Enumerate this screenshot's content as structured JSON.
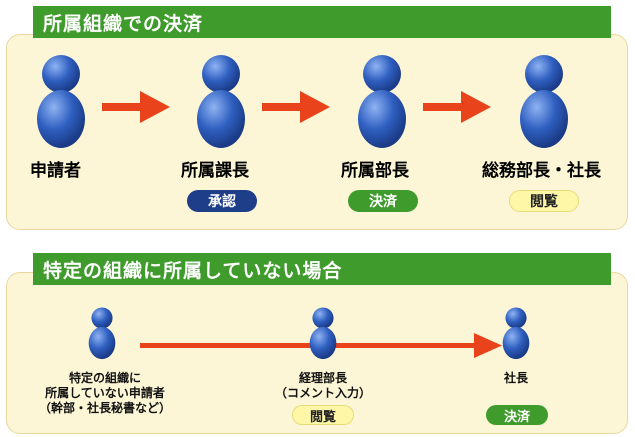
{
  "section1": {
    "title": "所属組織での決済",
    "roles": [
      "申請者",
      "所属課長",
      "所属部長",
      "総務部長・社長"
    ],
    "badges": [
      {
        "label": "承認",
        "bg": "#1e3e8a",
        "color": "#ffffff"
      },
      {
        "label": "決済",
        "bg": "#3f9b2c",
        "color": "#ffffff"
      },
      {
        "label": "閲覧",
        "bg": "#fff7a8",
        "color": "#222222"
      }
    ]
  },
  "section2": {
    "title": "特定の組織に所属していない場合",
    "applicant": [
      "特定の組織に",
      "所属していない申請者",
      "（幹部・社長秘書など）"
    ],
    "accounting": [
      "経理部長",
      "（コメント入力）"
    ],
    "president": "社長",
    "badges": [
      {
        "label": "閲覧",
        "bg": "#fff7a8",
        "color": "#222222"
      },
      {
        "label": "決済",
        "bg": "#3f9b2c",
        "color": "#ffffff"
      }
    ]
  },
  "colors": {
    "header": "#3f9b2c",
    "arrow": "#e8431b",
    "person": "#2f5fc0",
    "panel": "#fdf6d6"
  }
}
